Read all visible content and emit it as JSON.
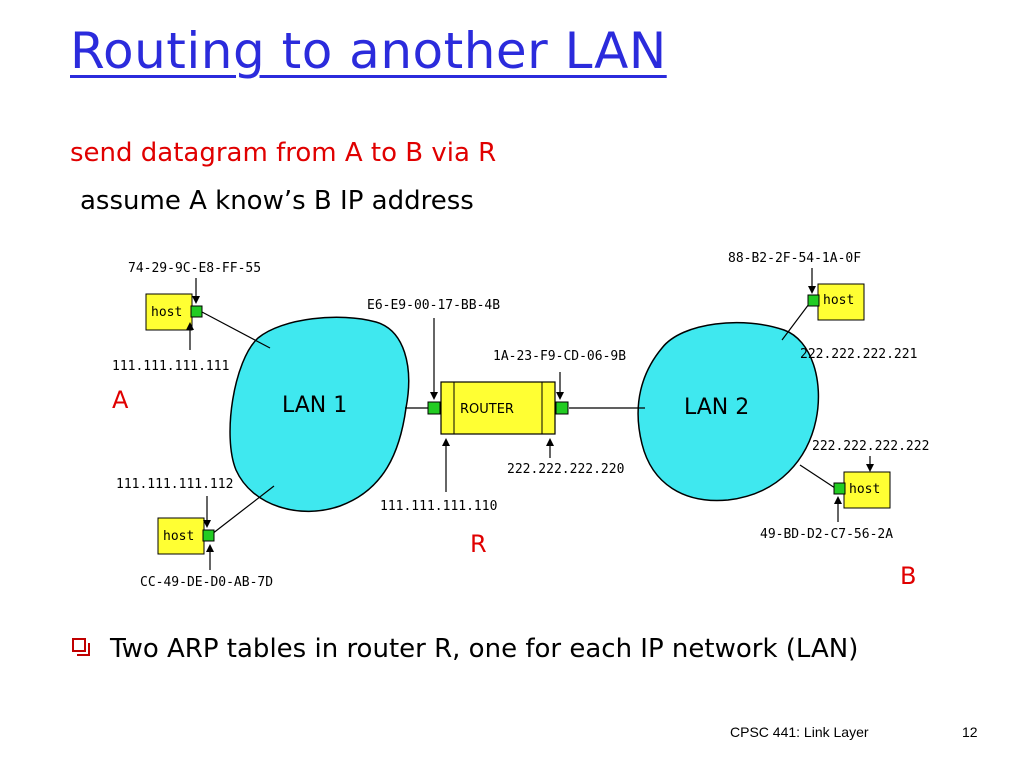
{
  "slide": {
    "title": "Routing to another LAN",
    "line1": "send datagram from A to B via R",
    "line2": "assume  A know’s B IP address",
    "bullet": "Two ARP tables in  router R, one for each IP network (LAN)",
    "footer_label": "CPSC 441: Link Layer",
    "page_number": "12"
  },
  "diagram": {
    "lan1_label": "LAN 1",
    "lan2_label": "LAN 2",
    "router_label": "ROUTER",
    "host_label": "host",
    "hostA_mac": "74-29-9C-E8-FF-55",
    "hostA_ip": "111.111.111.111",
    "hostA_letter": "A",
    "host2_ip": "111.111.111.112",
    "host2_mac": "CC-49-DE-D0-AB-7D",
    "router_mac_left": "E6-E9-00-17-BB-4B",
    "router_ip_left": "111.111.111.110",
    "router_mac_right": "1A-23-F9-CD-06-9B",
    "router_ip_right": "222.222.222.220",
    "router_letter": "R",
    "host3_mac": "88-B2-2F-54-1A-0F",
    "host3_ip": "222.222.222.221",
    "hostB_ip": "222.222.222.222",
    "hostB_mac": "49-BD-D2-C7-56-2A",
    "hostB_letter": "B",
    "colors": {
      "lan_fill": "#3fe8ef",
      "host_fill": "#ffff33",
      "interface_fill": "#22cc22",
      "letter_red": "#e00000"
    }
  }
}
